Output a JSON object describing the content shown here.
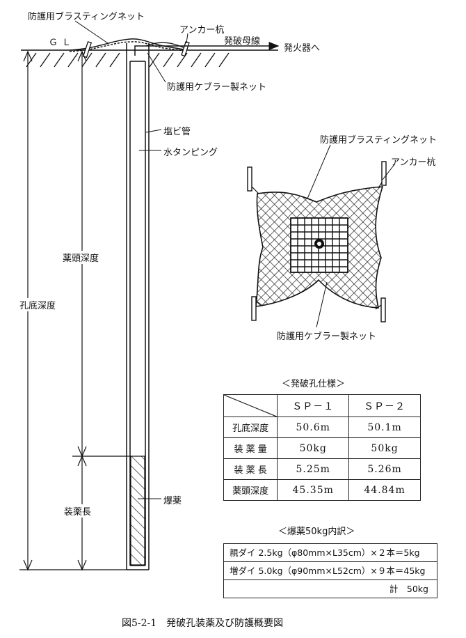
{
  "labels": {
    "protect_blast_net_top": "防護用ブラスティングネット",
    "gl": "ＧＬ",
    "anchor_top": "アンカー杭",
    "blast_cable": "発破母線",
    "to_blaster": "発火器へ",
    "kevlar_net_top": "防護用ケブラー製ネット",
    "pvc_pipe": "塩ビ管",
    "water_tamping": "水タンピング",
    "hole_depth": "孔底深度",
    "charge_head_depth": "薬頭深度",
    "charge_length": "装薬長",
    "explosive": "爆薬",
    "protect_blast_net_plan": "防護用ブラスティングネット",
    "anchor_plan": "アンカー杭",
    "kevlar_net_plan": "防護用ケブラー製ネット"
  },
  "spec_table": {
    "title": "＜発破孔仕様＞",
    "columns": [
      "ＳＰ－１",
      "ＳＰ－２"
    ],
    "rows": [
      {
        "label": "孔底深度",
        "sp1": "50.6m",
        "sp2": "50.1m"
      },
      {
        "label": "装 薬 量",
        "sp1": "50kg",
        "sp2": "50kg"
      },
      {
        "label": "装 薬 長",
        "sp1": "5.25m",
        "sp2": "5.26m"
      },
      {
        "label": "薬頭深度",
        "sp1": "45.35m",
        "sp2": "44.84m"
      }
    ]
  },
  "breakdown": {
    "title": "＜爆薬50kg内訳＞",
    "rows": [
      "親ダイ 2.5kg（φ80mm×L35cm）×２本＝5kg",
      "増ダイ 5.0kg（φ90mm×L52cm）×９本＝45kg",
      "計　50kg"
    ]
  },
  "caption": "図5-2-1　発破孔装薬及び防護概要図"
}
